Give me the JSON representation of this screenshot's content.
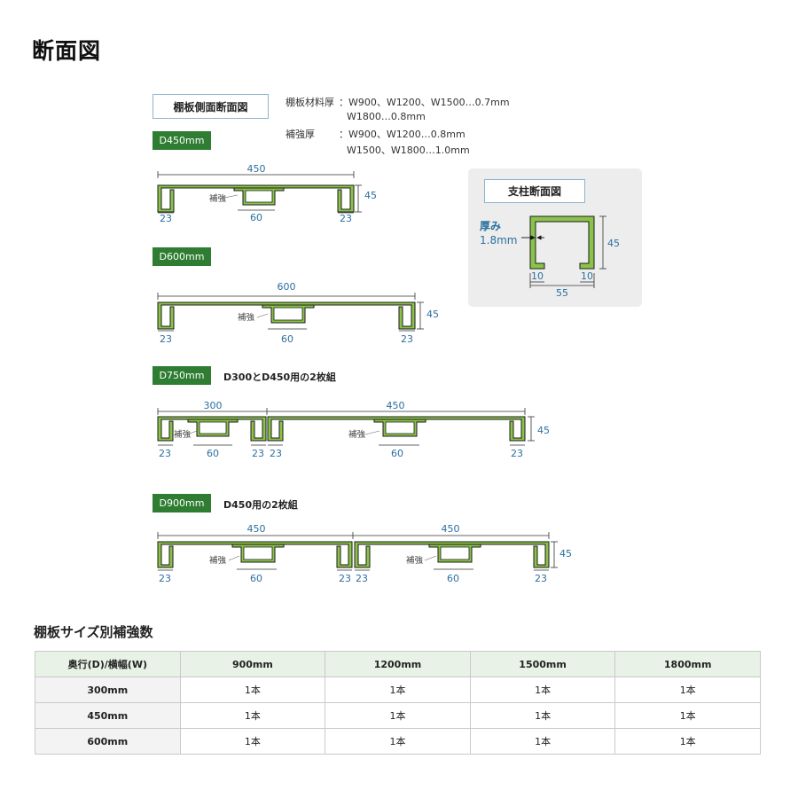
{
  "page_title": "断面図",
  "shelf_section": {
    "title": "棚板側面断面図",
    "material_label": "棚板材料厚",
    "material_lines": [
      "：W900、W1200、W1500…0.7mm",
      "W1800…0.8mm"
    ],
    "reinforce_label": "補強厚",
    "reinforce_lines": [
      "：W900、W1200…0.8mm",
      "W1500、W1800…1.0mm"
    ]
  },
  "post_section": {
    "title": "支柱断面図",
    "thickness_label": "厚み",
    "thickness_value": "1.8mm",
    "dims": {
      "height": "45",
      "width": "55",
      "lip_left": "10",
      "lip_right": "10"
    }
  },
  "sections": [
    {
      "tag": "D450mm",
      "note": "",
      "width": "450",
      "height": "45",
      "rib": "23",
      "reinforce_width": "60",
      "reinforce_label": "補強"
    },
    {
      "tag": "D600mm",
      "note": "",
      "width": "600",
      "height": "45",
      "rib": "23",
      "reinforce_width": "60",
      "reinforce_label": "補強"
    },
    {
      "tag": "D750mm",
      "note": "D300とD450用の2枚組",
      "width_a": "300",
      "width_b": "450",
      "height": "45",
      "rib": "23",
      "reinforce_width": "60",
      "reinforce_label": "補強"
    },
    {
      "tag": "D900mm",
      "note": "D450用の2枚組",
      "width_a": "450",
      "width_b": "450",
      "height": "45",
      "rib": "23",
      "reinforce_width": "60",
      "reinforce_label": "補強"
    }
  ],
  "colors": {
    "profile_fill": "#8bc34a",
    "profile_stroke": "#1b1b1b",
    "dimension": "#2a6f9e",
    "tag": "#2f7d32"
  },
  "table": {
    "title": "棚板サイズ別補強数",
    "header": [
      "奥行(D)/横幅(W)",
      "900mm",
      "1200mm",
      "1500mm",
      "1800mm"
    ],
    "rows": [
      [
        "300mm",
        "1本",
        "1本",
        "1本",
        "1本"
      ],
      [
        "450mm",
        "1本",
        "1本",
        "1本",
        "1本"
      ],
      [
        "600mm",
        "1本",
        "1本",
        "1本",
        "1本"
      ]
    ]
  }
}
